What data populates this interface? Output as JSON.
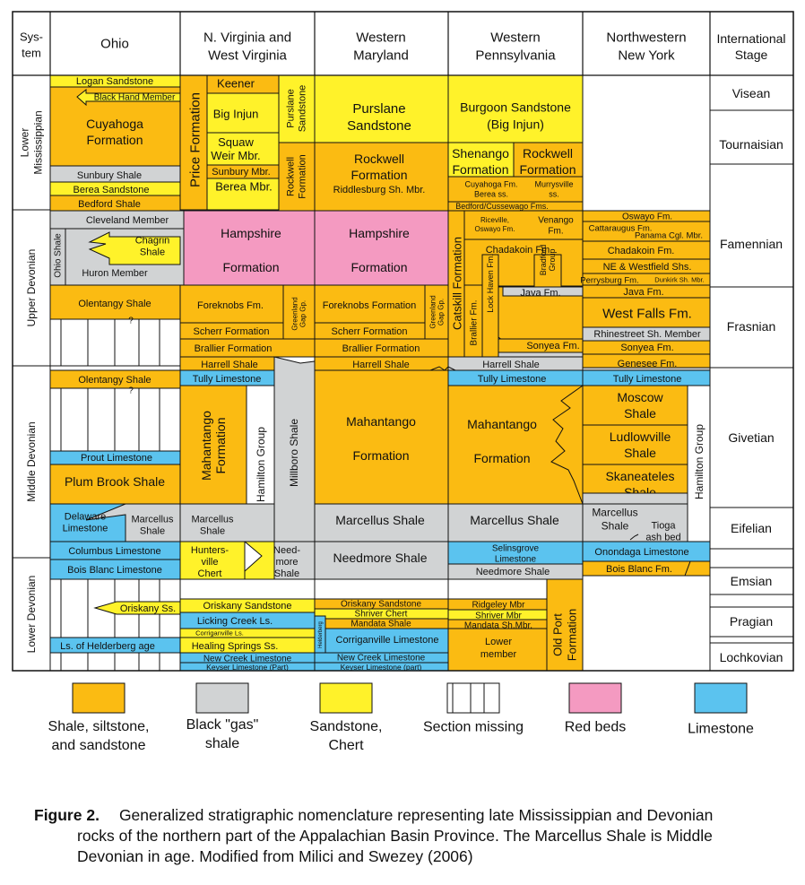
{
  "colors": {
    "shale": "#fbbb12",
    "gas": "#d1d3d4",
    "sand": "#fff22a",
    "red": "#f49ac1",
    "lime": "#5bc3ef",
    "missing": "#ffffff"
  },
  "headers": {
    "system": "Sys-\ntem",
    "ohio": "Ohio",
    "nva": "N. Virginia and\nWest Virginia",
    "wmd": "Western\nMaryland",
    "wpa": "Western\nPennsylvania",
    "nwny": "Northwestern\nNew York",
    "stage": "International\nStage"
  },
  "systems": [
    "Lower\nMississippian",
    "Upper Devonian",
    "Middle Devonian",
    "Lower Devonian"
  ],
  "stages": [
    "Visean",
    "Tournaisian",
    "Famennian",
    "Frasnian",
    "Givetian",
    "Eifelian",
    "Emsian",
    "Pragian",
    "Lochkovian"
  ],
  "units": {
    "oh_logan": "Logan Sandstone",
    "oh_blackhand": "Black Hand Member",
    "oh_cuyahoga": "Cuyahoga\nFormation",
    "oh_sunbury": "Sunbury Shale",
    "oh_berea": "Berea Sandstone",
    "oh_bedford": "Bedford Shale",
    "oh_cleveland": "Cleveland Member",
    "oh_ohioshale": "Ohio Shale",
    "oh_chagrin": "Chagrin\nShale",
    "oh_huron": "Huron Member",
    "oh_olentangy1": "Olentangy Shale",
    "oh_q1": "?",
    "oh_olentangy2": "Olentangy Shale",
    "oh_q2": "?",
    "oh_prout": "Prout Limestone",
    "oh_plumbrook": "Plum Brook Shale",
    "oh_delaware": "Delaware\nLimestone",
    "oh_marcellus": "Marcellus\nShale",
    "oh_columbus": "Columbus Limestone",
    "oh_boisblanc": "Bois Blanc Limestone",
    "oh_oriskany": "Oriskany Ss.",
    "oh_helderberg": "Ls. of Helderberg age",
    "va_price": "Price Formation",
    "va_keener": "Keener",
    "va_biginjun": "Big Injun",
    "va_squaw": "Squaw\nWeir Mbr.",
    "va_sunbury": "Sunbury Mbr.",
    "va_berea": "Berea Mbr.",
    "va_purslane": "Purslane\nSandstone",
    "va_rockwell": "Rockwell\nFormation",
    "va_hampshire1": "Hampshire",
    "va_hampshire2": "Formation",
    "va_foreknobs": "Foreknobs Fm.",
    "va_greenland": "Greenland\nGap Gp.",
    "va_scherr": "Scherr Formation",
    "va_brallier": "Brallier Formation",
    "va_harrell": "Harrell Shale",
    "va_tully": "Tully Limestone",
    "va_mahantango": "Mahantango\nFormation",
    "va_hamilton": "Hamilton Group",
    "va_millboro": "Millboro Shale",
    "va_marcellus": "Marcellus\nShale",
    "va_huntersville": "Hunters-\nville\nChert",
    "va_needmore": "Need-\nmore\nShale",
    "va_oriskany": "Oriskany Sandstone",
    "va_lickingcreek": "Licking Creek Ls.",
    "va_corriganville": "Corriganville Ls.",
    "va_healing": "Healing Springs Ss.",
    "va_newcreek": "New Creek Limestone",
    "va_keyser": "Keyser Limestone (Part)",
    "md_purslane": "Purslane\nSandstone",
    "md_rockwell": "Rockwell\nFormation",
    "md_riddlesburg": "Riddlesburg Sh. Mbr.",
    "md_hampshire1": "Hampshire",
    "md_hampshire2": "Formation",
    "md_foreknobs": "Foreknobs Formation",
    "md_greenland": "Greenland\nGap Gp.",
    "md_scherr": "Scherr Formation",
    "md_brallier": "Brallier Formation",
    "md_harrell": "Harrell Shale",
    "md_mahantango": "Mahantango\n\nFormation",
    "md_marcellus": "Marcellus Shale",
    "md_needmore": "Needmore Shale",
    "md_oriskany": "Oriskany Sandstone",
    "md_shriver": "Shriver Chert",
    "md_mandata": "Mandata Shale",
    "md_helderberg": "Helderberg",
    "md_corriganville": "Corriganville Limestone",
    "md_newcreek": "New Creek Limestone",
    "md_keyser": "Keyser Limestone (part)",
    "pa_burgoon": "Burgoon Sandstone\n(Big Injun)",
    "pa_shenango": "Shenango\nFormation",
    "pa_rockwell": "Rockwell\nFormation",
    "pa_cuyahoga": "Cuyahoga Fm.\nBerea ss.",
    "pa_murrysville": "Murrysville\nss.",
    "pa_bedford": "Bedford/Cussewago Fms.",
    "pa_catskill": "Catskill Formation",
    "pa_riceville": "Riceville,\nOswayo Fm.",
    "pa_venango": "Venango\nFm.",
    "pa_chadakoin": "Chadakoin Fm.",
    "pa_lockhaven": "Lock Haven Fm.",
    "pa_bradford": "Bradford\nGroup",
    "pa_java": "Java Fm.",
    "pa_brallier": "Brallier Fm.",
    "pa_sonyea": "Sonyea Fm.",
    "pa_harrell": "Harrell Shale",
    "pa_tully": "Tully Limestone",
    "pa_mahantango": "Mahantango\n\nFormation",
    "pa_marcellus": "Marcellus Shale",
    "pa_selinsgrove": "Selinsgrove\nLimestone",
    "pa_needmore": "Needmore Shale",
    "pa_ridgeley": "Ridgeley Mbr",
    "pa_shriver": "Shriver Mbr",
    "pa_mandata": "Mandata Sh.Mbr.",
    "pa_lower": "Lower\nmember",
    "pa_oldport": "Old Port\nFormation",
    "ny_oswayo": "Oswayo Fm.",
    "ny_cattaraugus": "Cattaraugus Fm.",
    "ny_panama": "Panama Cgl. Mbr.",
    "ny_chadakoin": "Chadakoin Fm.",
    "ny_newestfield": "NE & Westfield Shs.",
    "ny_perrysburg": "Perrysburg Fm.",
    "ny_dunkirk": "Dunkirk Sh. Mbr.",
    "ny_java": "Java Fm.",
    "ny_westfalls": "West Falls Fm.",
    "ny_rhinestreet": "Rhinestreet Sh. Member",
    "ny_sonyea": "Sonyea Fm.",
    "ny_genesee": "Genesee Fm.",
    "ny_tully": "Tully Limestone",
    "ny_moscow": "Moscow\nShale",
    "ny_ludlowville": "Ludlowville\nShale",
    "ny_skaneateles": "Skaneateles\nShale",
    "ny_hamilton": "Hamilton Group",
    "ny_marcellus": "Marcellus\nShale",
    "ny_tioga": "Tioga\nash bed",
    "ny_onondaga": "Onondaga Limestone",
    "ny_boisblanc": "Bois Blanc Fm."
  },
  "legend": [
    {
      "key": "shale",
      "label": "Shale, siltstone,\nand sandstone"
    },
    {
      "key": "gas",
      "label": "Black \"gas\"\nshale"
    },
    {
      "key": "sand",
      "label": "Sandstone,\nChert"
    },
    {
      "key": "missing",
      "label": "Section missing"
    },
    {
      "key": "red",
      "label": "Red beds"
    },
    {
      "key": "lime",
      "label": "Limestone"
    }
  ],
  "caption": {
    "label": "Figure 2.",
    "line1": "Generalized stratigraphic nomenclature representing late Mississippian and Devonian",
    "line2": "rocks of the northern part of the Appalachian Basin Province. The Marcellus Shale is Middle",
    "line3": "Devonian in age. Modified from Milici and Swezey (2006)"
  }
}
